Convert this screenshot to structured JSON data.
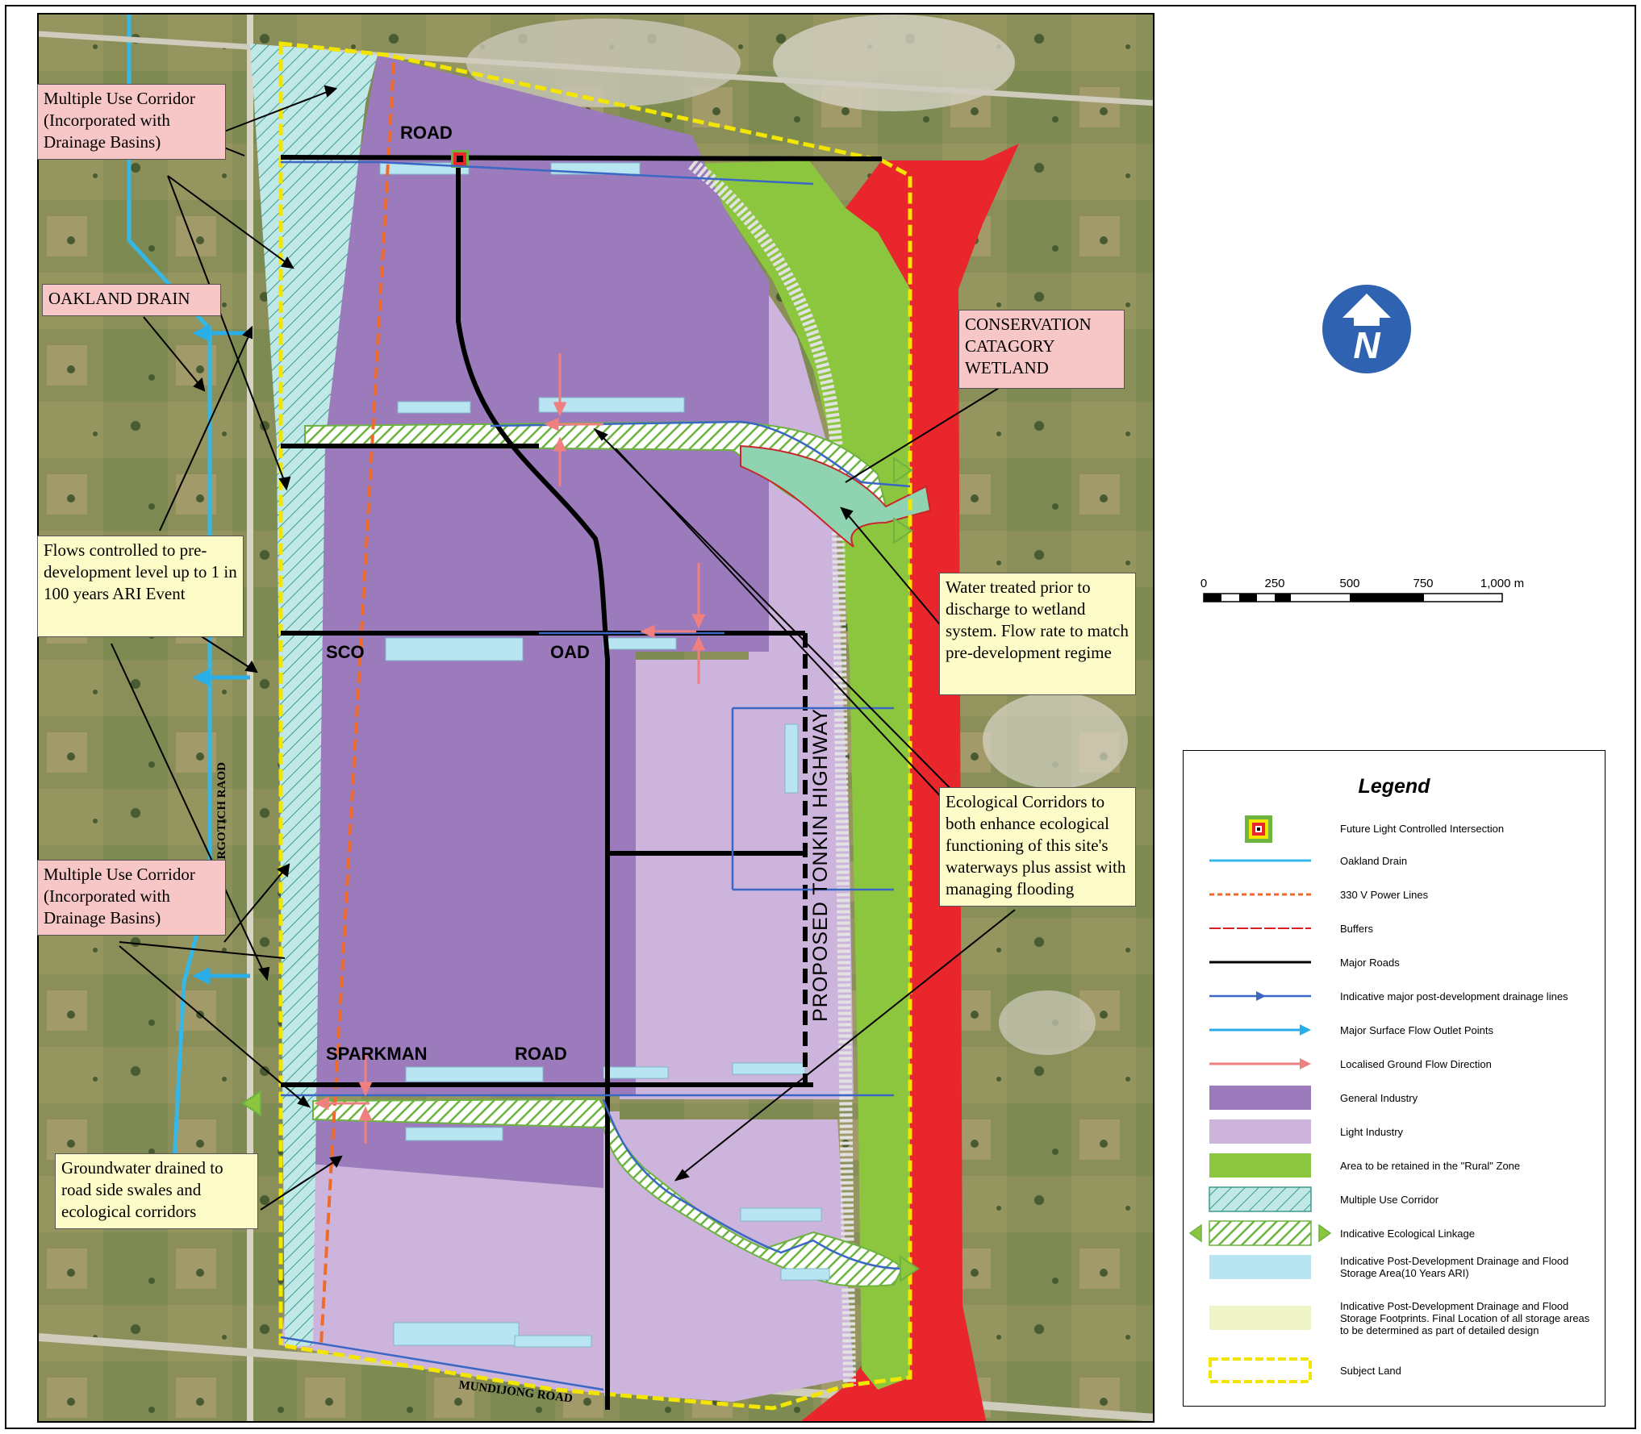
{
  "map": {
    "labels": {
      "road_top": "ROAD",
      "scott_left": "SCO",
      "scott_right": "OAD",
      "sparkman_left": "SPARKMAN",
      "sparkman_right": "ROAD",
      "kargotich": "KARGOTICH RAOD",
      "mundijong": "MUNDIJONG ROAD",
      "tonkin": "PROPOSED  TONKIN  HIGHWAY"
    },
    "callouts": {
      "muc_top": "Multiple Use Corridor (Incorporated with Drainage Basins)",
      "oakland": "OAKLAND DRAIN",
      "flows": "Flows controlled to pre-development level up to 1 in 100 years ARI Event",
      "muc_bottom": "Multiple Use Corridor (Incorporated with Drainage Basins)",
      "groundwater": "Groundwater drained to road side swales and ecological corridors",
      "wetland": "CONSERVATION CATAGORY WETLAND",
      "water_treated": "Water treated prior to discharge to wetland system. Flow rate to match pre-development regime",
      "eco_corridors": "Ecological Corridors to both enhance ecological functioning of this site's waterways plus assist with managing flooding"
    }
  },
  "north_arrow": {
    "letter": "N",
    "color": "#2f62b0"
  },
  "scale_bar": {
    "ticks": [
      "0",
      "250",
      "500",
      "750",
      "1,000 m"
    ]
  },
  "legend": {
    "title": "Legend",
    "items": [
      {
        "key": "intersection",
        "label": "Future Light Controlled Intersection"
      },
      {
        "key": "oakland_drain",
        "label": "Oakland Drain",
        "color": "#35b8e8"
      },
      {
        "key": "power_lines",
        "label": "330 V Power Lines",
        "color": "#f06a2a"
      },
      {
        "key": "buffers",
        "label": "Buffers",
        "color": "#d32020"
      },
      {
        "key": "major_roads",
        "label": "Major Roads",
        "color": "#000000"
      },
      {
        "key": "drainage_lines",
        "label": "Indicative major post-development drainage lines",
        "color": "#3a67c4"
      },
      {
        "key": "outlet_points",
        "label": "Major Surface Flow Outlet Points",
        "color": "#2aaee8"
      },
      {
        "key": "ground_flow",
        "label": "Localised Ground Flow Direction",
        "color": "#f08080"
      },
      {
        "key": "general_industry",
        "label": "General Industry",
        "color": "#9b7bbb"
      },
      {
        "key": "light_industry",
        "label": "Light Industry",
        "color": "#cdb4dc"
      },
      {
        "key": "rural_zone",
        "label": "Area to be retained in the \"Rural\" Zone",
        "color": "#8cc63f"
      },
      {
        "key": "multiple_use",
        "label": "Multiple Use Corridor",
        "color": "#bfe8e6"
      },
      {
        "key": "eco_linkage",
        "label": "Indicative Ecological Linkage",
        "color": "#6cb33f"
      },
      {
        "key": "storage_area",
        "label": "Indicative Post-Development Drainage and Flood Storage Area(10 Years ARI)",
        "color": "#b9e4f2"
      },
      {
        "key": "storage_footprints",
        "label": "Indicative Post-Development Drainage and Flood Storage Footprints. Final Location of all storage areas to be determined as part of detailed design",
        "color": "#eef3c8"
      },
      {
        "key": "subject_land",
        "label": "Subject Land",
        "color": "#f2e600"
      }
    ]
  }
}
